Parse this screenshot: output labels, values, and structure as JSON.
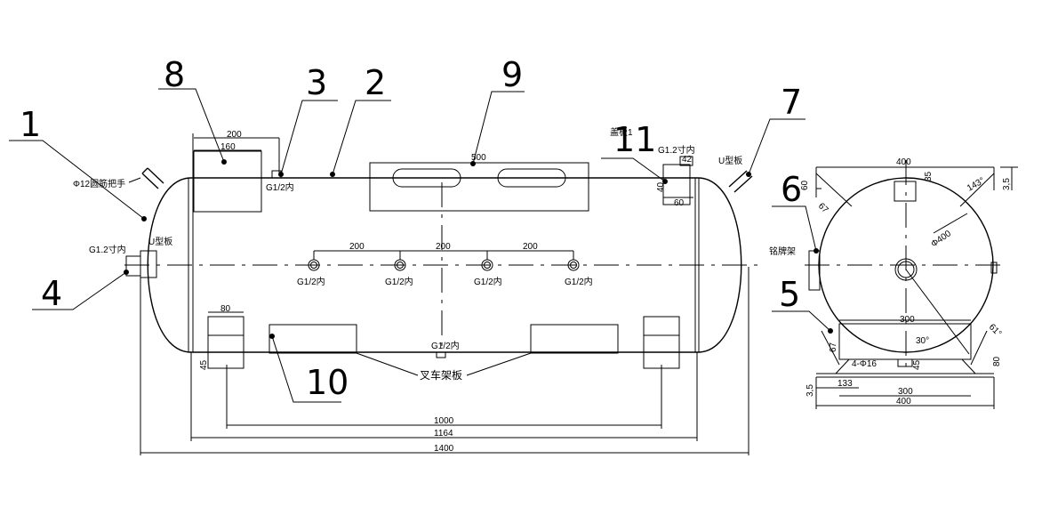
{
  "part_numbers": {
    "p1": "1",
    "p2": "2",
    "p3": "3",
    "p4": "4",
    "p5": "5",
    "p6": "6",
    "p7": "7",
    "p8": "8",
    "p9": "9",
    "p10": "10",
    "p11": "11"
  },
  "labels": {
    "handle": "Φ12圆筋把手",
    "g12_left": "G1.2寸内",
    "u_plate_left": "U型板",
    "g12_right": "G1.2寸内",
    "u_plate_right": "U型板",
    "g_half_top": "G1/2内",
    "g_half_1": "G1/2内",
    "g_half_2": "G1/2内",
    "g_half_3": "G1/2内",
    "g_half_4": "G1/2内",
    "g_half_bottom": "G1/2内",
    "nameplate_small": "盖板1",
    "forklift": "叉车架板",
    "nameplate_rack": "铭牌架",
    "bolts": "4-Φ16",
    "diameter": "Φ400",
    "angle_30": "30°",
    "angle_143": "143°",
    "angle_61": "61°"
  },
  "dimensions": {
    "d200_top": "200",
    "d160": "160",
    "d500": "500",
    "d42": "42",
    "d40": "40",
    "d60_right": "60",
    "d200_a": "200",
    "d200_b": "200",
    "d200_c": "200",
    "d80_left": "80",
    "d45_left": "45",
    "d1000": "1000",
    "d1164": "1164",
    "d1400": "1400",
    "sv_400_top": "400",
    "sv_35": "35",
    "sv_3_5_right": "3,5",
    "sv_60": "60",
    "sv_67_top": "67",
    "sv_300_mid": "300",
    "sv_67_bot": "67",
    "sv_45": "45",
    "sv_80": "80",
    "sv_133": "133",
    "sv_300_bot": "300",
    "sv_400_bot": "400",
    "sv_3_5_left": "3,5"
  }
}
